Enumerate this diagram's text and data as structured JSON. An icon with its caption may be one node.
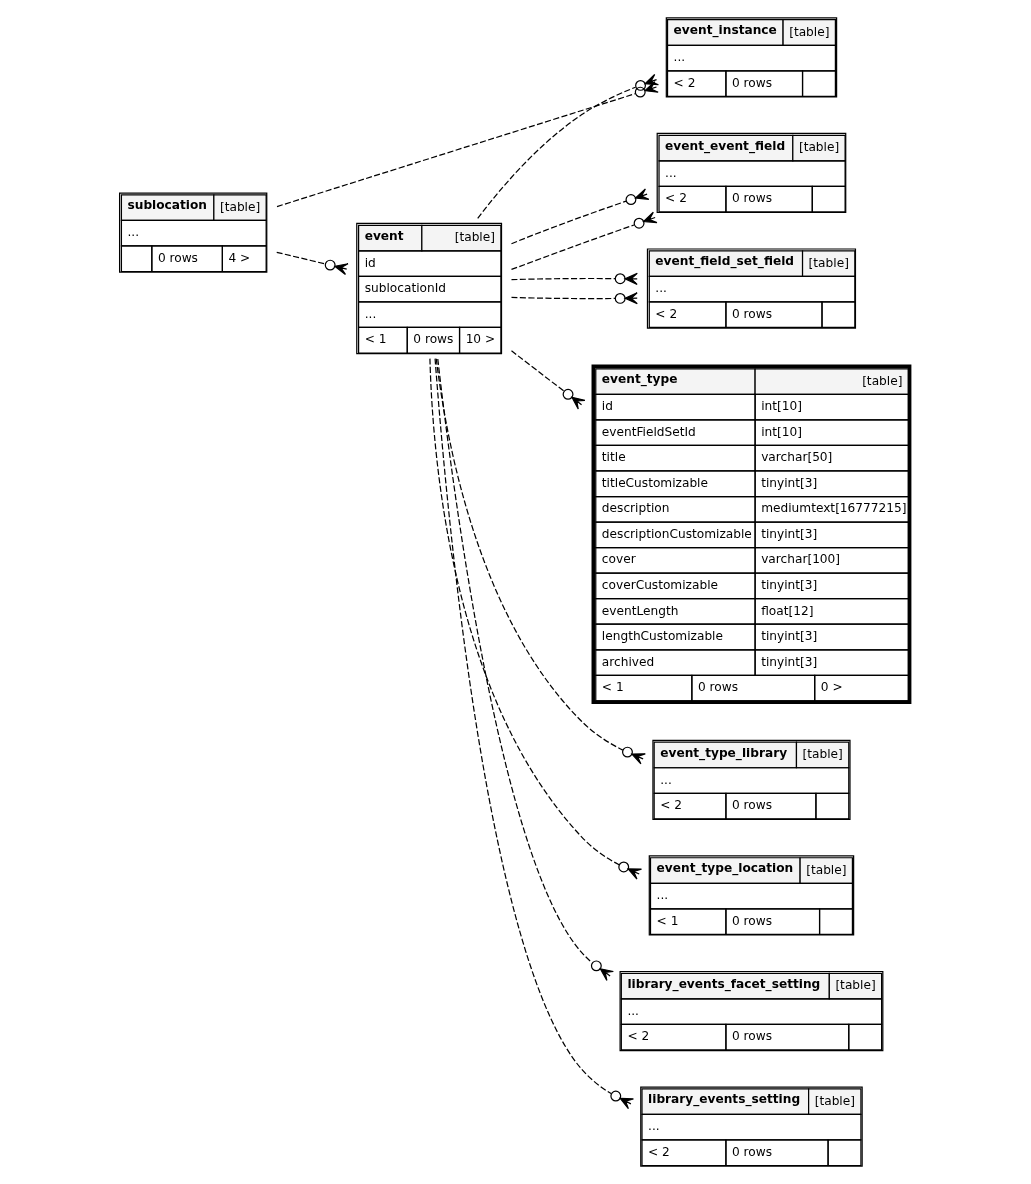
{
  "diagram": {
    "nodes": [
      {
        "text": [
          "event_instance",
          "[table]",
          "...",
          "< 2",
          "0 rows"
        ]
      },
      {
        "text": [
          "event_event_field",
          "[table]",
          "...",
          "< 2",
          "0 rows"
        ]
      },
      {
        "text": [
          "sublocation",
          "[table]",
          "...",
          "0 rows",
          "4 >"
        ]
      },
      {
        "text": [
          "event",
          "[table]",
          "id",
          "sublocationId",
          "...",
          "< 1",
          "0 rows",
          "10 >"
        ]
      },
      {
        "text": [
          "event_field_set_field",
          "[table]",
          "...",
          "< 2",
          "0 rows"
        ]
      },
      {
        "text": [
          "event_type",
          "[table]",
          "id",
          "int[10]",
          "eventFieldSetId",
          "int[10]",
          "title",
          "varchar[50]",
          "titleCustomizable",
          "tinyint[3]",
          "description",
          "mediumtext[16777215]",
          "descriptionCustomizable",
          "tinyint[3]",
          "cover",
          "varchar[100]",
          "coverCustomizable",
          "tinyint[3]",
          "eventLength",
          "float[12]",
          "lengthCustomizable",
          "tinyint[3]",
          "archived",
          "tinyint[3]",
          "< 1",
          "0 rows",
          "0 >"
        ]
      },
      {
        "text": [
          "event_type_library",
          "[table]",
          "...",
          "< 2",
          "0 rows"
        ]
      },
      {
        "text": [
          "event_type_location",
          "[table]",
          "...",
          "< 1",
          "0 rows"
        ]
      },
      {
        "text": [
          "library_events_facet_setting",
          "[table]",
          "...",
          "< 2",
          "0 rows"
        ]
      },
      {
        "text": [
          "library_events_setting",
          "[table]",
          "...",
          "< 2",
          "0 rows"
        ]
      }
    ],
    "edges": [
      {
        "from": 2,
        "to": 0,
        "arrow": "other",
        "style": "dashed"
      },
      {
        "from": 2,
        "to": 3,
        "arrow": "other",
        "style": "dashed"
      },
      {
        "from": 3,
        "to": 0,
        "arrow": "other",
        "style": "dashed"
      },
      {
        "from": 3,
        "to": 1,
        "arrow": "other",
        "style": "dashed"
      },
      {
        "from": 3,
        "to": 1,
        "arrow": "other",
        "style": "dashed"
      },
      {
        "from": 3,
        "to": 4,
        "arrow": "other",
        "style": "dashed"
      },
      {
        "from": 3,
        "to": 4,
        "arrow": "other",
        "style": "dashed"
      },
      {
        "from": 3,
        "to": 5,
        "arrow": "other",
        "style": "dashed"
      },
      {
        "from": 3,
        "to": 6,
        "arrow": "other",
        "style": "dashed"
      },
      {
        "from": 3,
        "to": 7,
        "arrow": "other",
        "style": "dashed"
      },
      {
        "from": 3,
        "to": 8,
        "arrow": "other",
        "style": "dashed"
      },
      {
        "from": 3,
        "to": 9,
        "arrow": "other",
        "style": "dashed"
      }
    ]
  }
}
